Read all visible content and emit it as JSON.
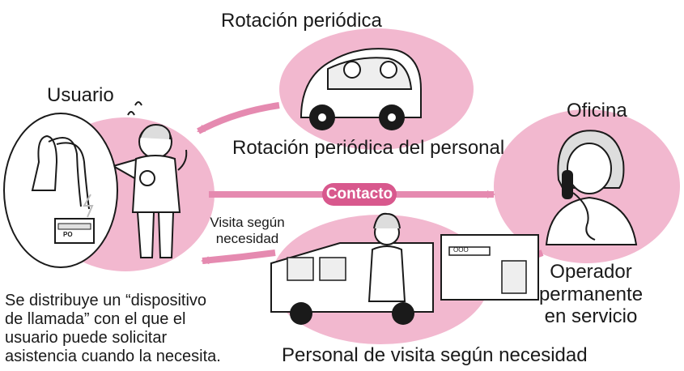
{
  "labels": {
    "rotacion": "Rotación periódica",
    "usuario": "Usuario",
    "oficina": "Oficina",
    "rotacion_personal": "Rotación periódica del personal",
    "contacto": "Contacto",
    "visita_line1": "Visita según",
    "visita_line2": "necesidad",
    "operador_line1": "Operador",
    "operador_line2": "permanente",
    "operador_line3": "en servicio",
    "desc_line1": "Se distribuye un “dispositivo",
    "desc_line2": "de llamada” con el que el",
    "desc_line3": "usuario puede solicitar",
    "desc_line4": "asistencia cuando la necesita.",
    "personal_visita": "Personal de visita según necesidad",
    "device_label": "PO",
    "building_sign": "OOO"
  },
  "colors": {
    "bubble": "#f2b8cf",
    "arrow": "#e58ab0",
    "accent": "#d8588d",
    "line": "#1a1a1a"
  }
}
